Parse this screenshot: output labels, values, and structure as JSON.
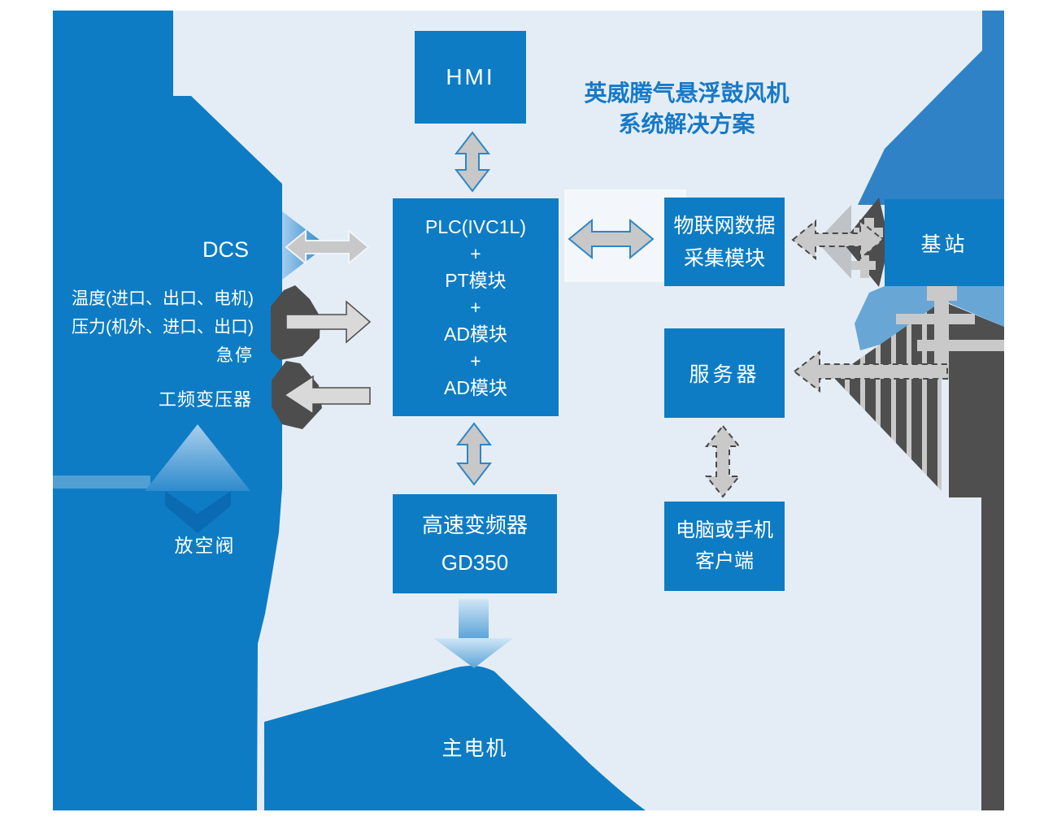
{
  "diagram": {
    "title": "英威腾气悬浮鼓风机\n系统解决方案",
    "boxes": {
      "hmi": "HMI",
      "plc": "PLC(IVC1L)\n+\nPT模块\n+\nAD模块\n+\nAD模块",
      "iot": "物联网数据\n采集模块",
      "base_station": "基站",
      "server": "服务器",
      "client": "电脑或手机\n客户端",
      "inverter": "高速变频器\nGD350"
    },
    "labels": {
      "dcs": "DCS",
      "temperature": "温度(进口、出口、电机)",
      "pressure": "压力(机外、进口、出口)",
      "emergency_stop": "急停",
      "transformer": "工频变压器",
      "vent_valve": "放空阀",
      "main_motor": "主电机"
    }
  },
  "colors": {
    "primary-blue": "#0d7cc4",
    "medium-blue": "#2f82c5",
    "soft-blue": "#68a6d5",
    "background": "#e4edf5",
    "title-blue": "#1779c8",
    "dark-gray": "#4d4d4d",
    "arrow-gray": "#c8c8c8",
    "arrow-light-gray": "#d9d9d9",
    "arrow-blue-stroke": "#2e86c8"
  }
}
